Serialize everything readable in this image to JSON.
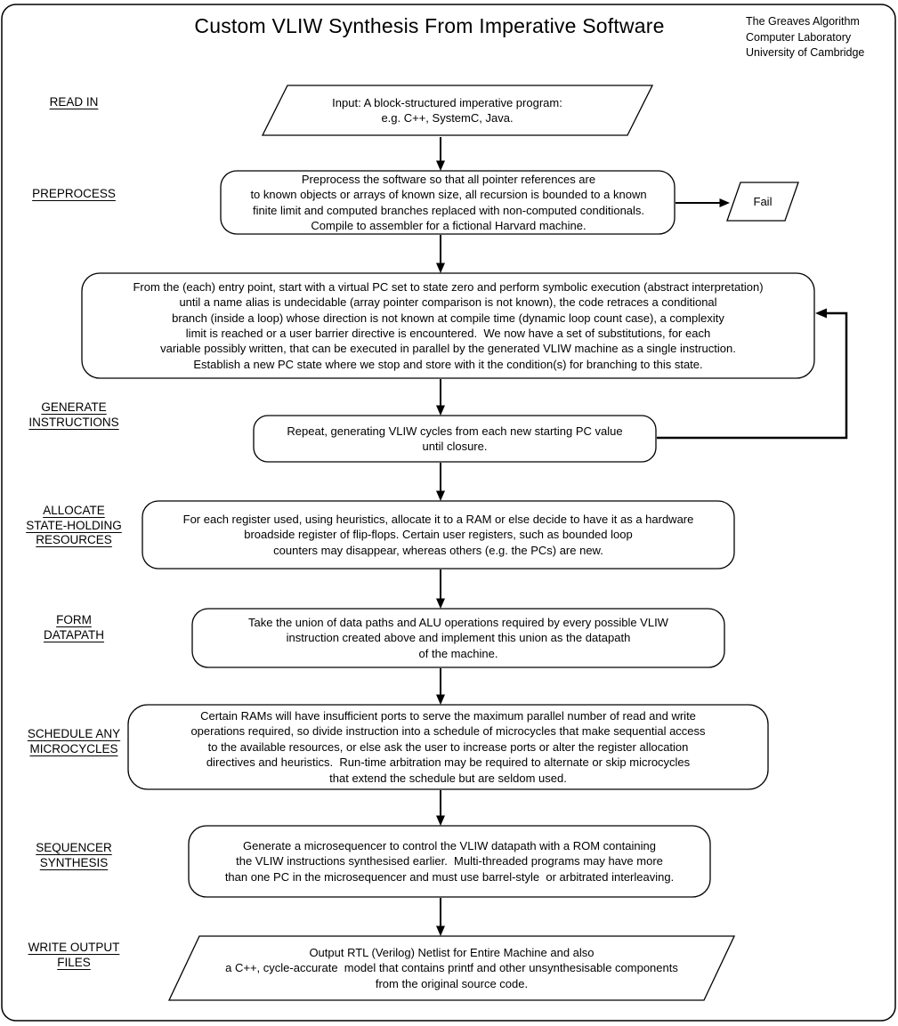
{
  "header": {
    "title": "Custom VLIW Synthesis From Imperative Software",
    "credit": "The Greaves Algorithm\nComputer Laboratory\nUniversity of Cambridge"
  },
  "colors": {
    "ink": "#000000",
    "background": "#ffffff"
  },
  "diagram": {
    "fail": {
      "label": "Fail",
      "shape": "parallelogram"
    },
    "stages": [
      {
        "id": "read-in",
        "label": "READ IN",
        "shape": "parallelogram",
        "box": "Input: A block-structured imperative program:\ne.g. C++, SystemC, Java."
      },
      {
        "id": "preprocess",
        "label": "PREPROCESS",
        "shape": "rounded-rect",
        "box": "Preprocess the software so that all pointer references are\nto known objects or arrays of known size, all recursion is bounded to a known\nfinite limit and computed branches replaced with non-computed conditionals.\nCompile to assembler for a fictional Harvard machine."
      },
      {
        "id": "symbolic-execution",
        "label": "",
        "shape": "rounded-rect",
        "box": "From the (each) entry point, start with a virtual PC set to state zero and perform symbolic execution (abstract interpretation)\nuntil a name alias is undecidable (array pointer comparison is not known), the code retraces a conditional\nbranch (inside a loop) whose direction is not known at compile time (dynamic loop count case), a complexity\nlimit is reached or a user barrier directive is encountered.  We now have a set of substitutions, for each\nvariable possibly written, that can be executed in parallel by the generated VLIW machine as a single instruction.\nEstablish a new PC state where we stop and store with it the condition(s) for branching to this state."
      },
      {
        "id": "generate-instructions",
        "label": "GENERATE\nINSTRUCTIONS",
        "shape": "rounded-rect",
        "box": "Repeat, generating VLIW cycles from each new starting PC value\nuntil closure."
      },
      {
        "id": "allocate-state-holding-resources",
        "label": "ALLOCATE\nSTATE-HOLDING\nRESOURCES",
        "shape": "rounded-rect",
        "box": "For each register used, using heuristics, allocate it to a RAM or else decide to have it as a hardware\nbroadside register of flip-flops. Certain user registers, such as bounded loop\ncounters may disappear, whereas others (e.g. the PCs) are new."
      },
      {
        "id": "form-datapath",
        "label": "FORM\nDATAPATH",
        "shape": "rounded-rect",
        "box": "Take the union of data paths and ALU operations required by every possible VLIW\ninstruction created above and implement this union as the datapath\nof the machine."
      },
      {
        "id": "schedule-any-microcycles",
        "label": "SCHEDULE ANY\nMICROCYCLES",
        "shape": "rounded-rect",
        "box": "Certain RAMs will have insufficient ports to serve the maximum parallel number of read and write\noperations required, so divide instruction into a schedule of microcycles that make sequential access\nto the available resources, or else ask the user to increase ports or alter the register allocation\ndirectives and heuristics.  Run-time arbitration may be required to alternate or skip microcycles\nthat extend the schedule but are seldom used."
      },
      {
        "id": "sequencer-synthesis",
        "label": "SEQUENCER\nSYNTHESIS",
        "shape": "rounded-rect",
        "box": "Generate a microsequencer to control the VLIW datapath with a ROM containing\nthe VLIW instructions synthesised earlier.  Multi-threaded programs may have more\nthan one PC in the microsequencer and must use barrel-style  or arbitrated interleaving."
      },
      {
        "id": "write-output-files",
        "label": "WRITE OUTPUT\nFILES",
        "shape": "parallelogram",
        "box": "Output RTL (Verilog) Netlist for Entire Machine and also\na C++, cycle-accurate  model that contains printf and other unsynthesisable components\nfrom the original source code."
      }
    ]
  }
}
